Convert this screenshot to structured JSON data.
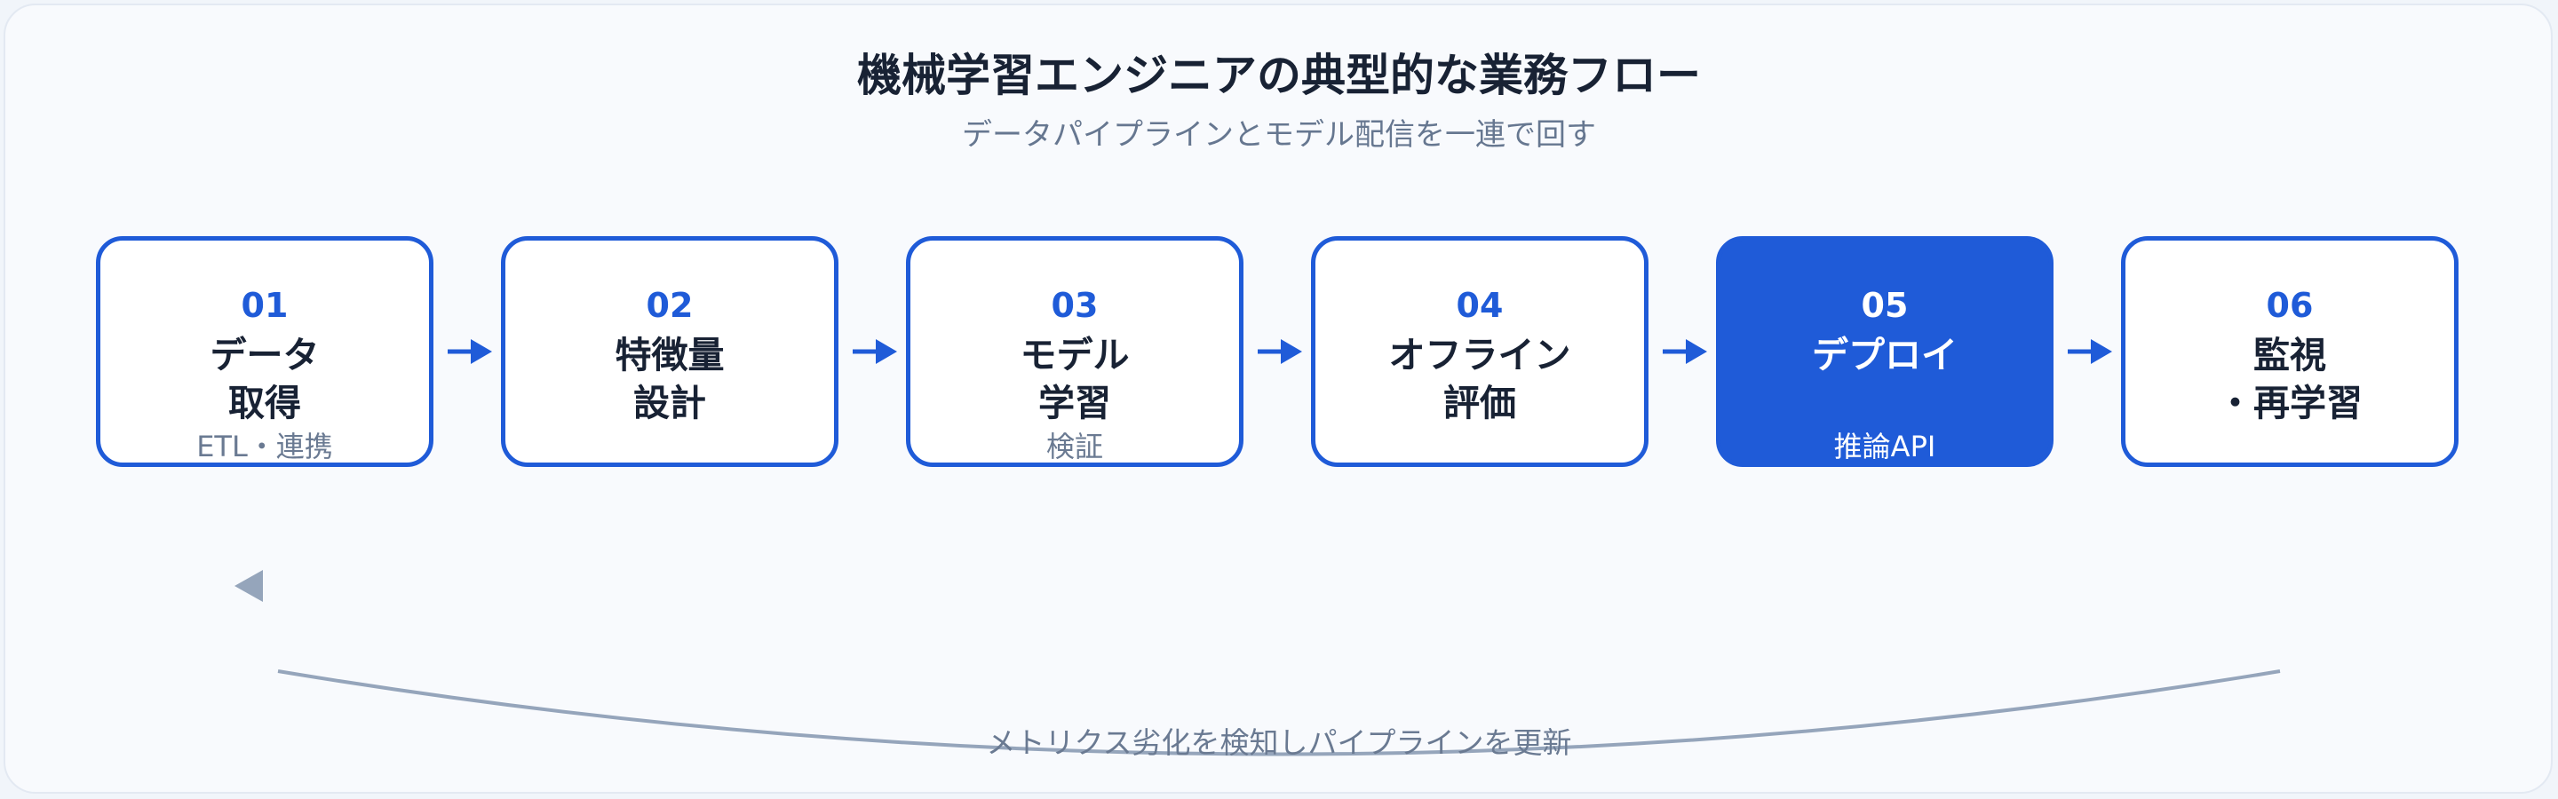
{
  "title": "機械学習エンジニアの典型的な業務フロー",
  "subtitle": "データパイプラインとモデル配信を一連で回す",
  "steps": [
    {
      "num": "01",
      "line1": "データ",
      "line2": "取得",
      "note": "ETL・連携",
      "active": false
    },
    {
      "num": "02",
      "line1": "特徴量",
      "line2": "設計",
      "note": "",
      "active": false
    },
    {
      "num": "03",
      "line1": "モデル",
      "line2": "学習",
      "note": "検証",
      "active": false
    },
    {
      "num": "04",
      "line1": "オフライン",
      "line2": "評価",
      "note": "",
      "active": false
    },
    {
      "num": "05",
      "line1": "デプロイ",
      "line2": "",
      "note": "推論API",
      "active": true
    },
    {
      "num": "06",
      "line1": "監視",
      "line2": "・再学習",
      "note": "",
      "active": false
    }
  ],
  "loop_label": "メトリクス劣化を検知しパイプラインを更新",
  "colors": {
    "accent": "#1f5bd8",
    "loop": "#95a5bb",
    "text": "#182234",
    "muted": "#667790"
  }
}
